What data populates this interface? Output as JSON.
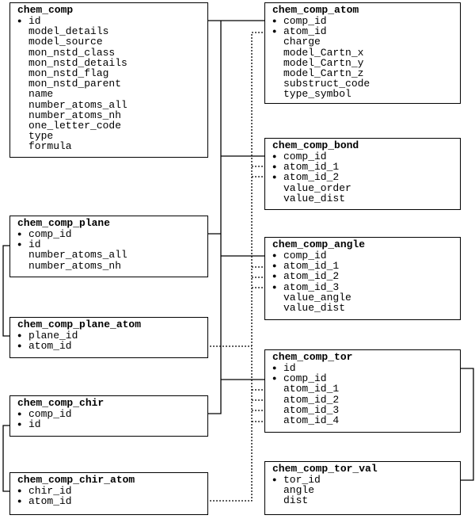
{
  "colors": {
    "line": "#000000",
    "background": "#ffffff"
  },
  "tables": {
    "chem_comp": {
      "name": "chem_comp",
      "fields": [
        {
          "name": "id",
          "key": true
        },
        {
          "name": "model_details",
          "key": false
        },
        {
          "name": "model_source",
          "key": false
        },
        {
          "name": "mon_nstd_class",
          "key": false
        },
        {
          "name": "mon_nstd_details",
          "key": false
        },
        {
          "name": "mon_nstd_flag",
          "key": false
        },
        {
          "name": "mon_nstd_parent",
          "key": false
        },
        {
          "name": "name",
          "key": false
        },
        {
          "name": "number_atoms_all",
          "key": false
        },
        {
          "name": "number_atoms_nh",
          "key": false
        },
        {
          "name": "one_letter_code",
          "key": false
        },
        {
          "name": "type",
          "key": false
        },
        {
          "name": "formula",
          "key": false
        }
      ]
    },
    "chem_comp_atom": {
      "name": "chem_comp_atom",
      "fields": [
        {
          "name": "comp_id",
          "key": true
        },
        {
          "name": "atom_id",
          "key": true
        },
        {
          "name": "charge",
          "key": false
        },
        {
          "name": "model_Cartn_x",
          "key": false
        },
        {
          "name": "model_Cartn_y",
          "key": false
        },
        {
          "name": "model_Cartn_z",
          "key": false
        },
        {
          "name": "substruct_code",
          "key": false
        },
        {
          "name": "type_symbol",
          "key": false
        }
      ]
    },
    "chem_comp_bond": {
      "name": "chem_comp_bond",
      "fields": [
        {
          "name": "comp_id",
          "key": true
        },
        {
          "name": "atom_id_1",
          "key": true
        },
        {
          "name": "atom_id_2",
          "key": true
        },
        {
          "name": "value_order",
          "key": false
        },
        {
          "name": "value_dist",
          "key": false
        }
      ]
    },
    "chem_comp_plane": {
      "name": "chem_comp_plane",
      "fields": [
        {
          "name": "comp_id",
          "key": true
        },
        {
          "name": "id",
          "key": true
        },
        {
          "name": "number_atoms_all",
          "key": false
        },
        {
          "name": "number_atoms_nh",
          "key": false
        }
      ]
    },
    "chem_comp_angle": {
      "name": "chem_comp_angle",
      "fields": [
        {
          "name": "comp_id",
          "key": true
        },
        {
          "name": "atom_id_1",
          "key": true
        },
        {
          "name": "atom_id_2",
          "key": true
        },
        {
          "name": "atom_id_3",
          "key": true
        },
        {
          "name": "value_angle",
          "key": false
        },
        {
          "name": "value_dist",
          "key": false
        }
      ]
    },
    "chem_comp_plane_atom": {
      "name": "chem_comp_plane_atom",
      "fields": [
        {
          "name": "plane_id",
          "key": true
        },
        {
          "name": "atom_id",
          "key": true
        }
      ]
    },
    "chem_comp_tor": {
      "name": "chem_comp_tor",
      "fields": [
        {
          "name": "id",
          "key": true
        },
        {
          "name": "comp_id",
          "key": true
        },
        {
          "name": "atom_id_1",
          "key": false
        },
        {
          "name": "atom_id_2",
          "key": false
        },
        {
          "name": "atom_id_3",
          "key": false
        },
        {
          "name": "atom_id_4",
          "key": false
        }
      ]
    },
    "chem_comp_chir": {
      "name": "chem_comp_chir",
      "fields": [
        {
          "name": "comp_id",
          "key": true
        },
        {
          "name": "id",
          "key": true
        }
      ]
    },
    "chem_comp_chir_atom": {
      "name": "chem_comp_chir_atom",
      "fields": [
        {
          "name": "chir_id",
          "key": true
        },
        {
          "name": "atom_id",
          "key": true
        }
      ]
    },
    "chem_comp_tor_val": {
      "name": "chem_comp_tor_val",
      "fields": [
        {
          "name": "tor_id",
          "key": true
        },
        {
          "name": "angle",
          "key": false
        },
        {
          "name": "dist",
          "key": false
        }
      ]
    }
  }
}
